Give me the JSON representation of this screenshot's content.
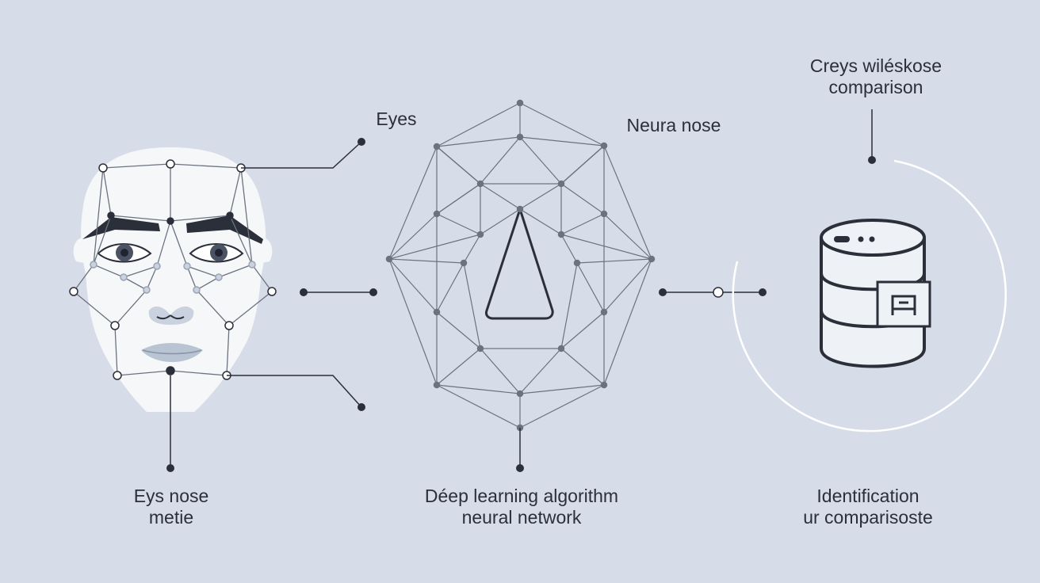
{
  "labels": {
    "face_bottom": {
      "line1": "Eys nose",
      "line2": "metie"
    },
    "eyes": "Eyes",
    "neural_nose": "Neura nose",
    "network_bottom": {
      "line1": "Déep learning algorithm",
      "line2": "neural network"
    },
    "db_top": {
      "line1": "Creys wiléskose",
      "line2": "comparison"
    },
    "db_bottom": {
      "line1": "Identification",
      "line2": "ur comparisoste"
    }
  },
  "colors": {
    "background": "#d7dde8",
    "face": "#f6f7f9",
    "stroke": "#2a2f3a",
    "mesh": "#6b7280",
    "node_fill": "#ffffff",
    "ring": "#ffffff"
  },
  "icons": [
    "face-mesh-icon",
    "neural-network-icon",
    "database-icon"
  ]
}
